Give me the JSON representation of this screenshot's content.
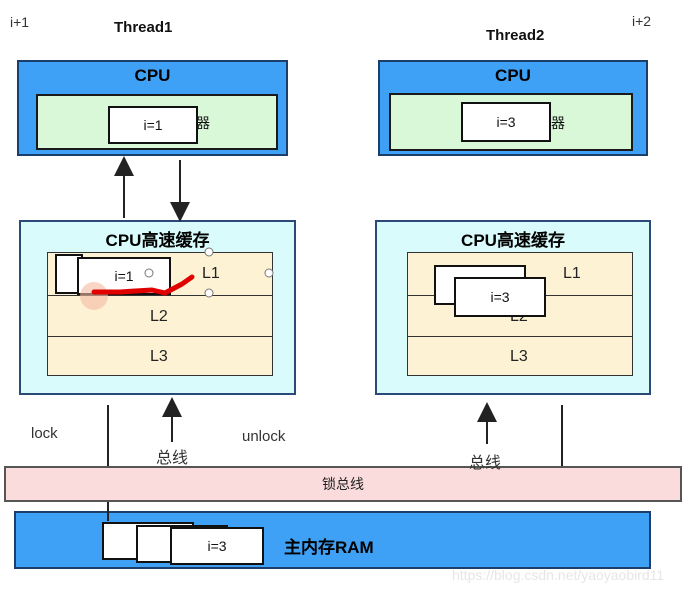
{
  "labels": {
    "i_plus_1": "i+1",
    "i_plus_2": "i+2",
    "thread1": "Thread1",
    "thread2": "Thread2",
    "lock": "lock",
    "unlock": "unlock",
    "bus_left": "总线",
    "bus_right": "总线"
  },
  "cpu1": {
    "title": "CPU",
    "value": "i=1",
    "reg_suffix": "器"
  },
  "cpu2": {
    "title": "CPU",
    "value": "i=3",
    "reg_suffix": "器"
  },
  "cache1": {
    "title": "CPU高速缓存",
    "value": "i=1",
    "l1": "L1",
    "l2": "L2",
    "l3": "L3"
  },
  "cache2": {
    "title": "CPU高速缓存",
    "value": "i=3",
    "l1": "L1",
    "l2": "L2",
    "l3": "L3"
  },
  "lock_bus": {
    "label": "锁总线"
  },
  "ram": {
    "title": "主内存RAM",
    "value": "i=3"
  },
  "watermark": "https://blog.csdn.net/yaoyaobird11",
  "colors": {
    "cpu": "#3ea1f5",
    "register": "#d8f8d8",
    "cache": "#d9fbfc",
    "cache_level": "#fdf3d4",
    "lock_bus": "#fbdcdc",
    "annotation": "#e00000"
  }
}
